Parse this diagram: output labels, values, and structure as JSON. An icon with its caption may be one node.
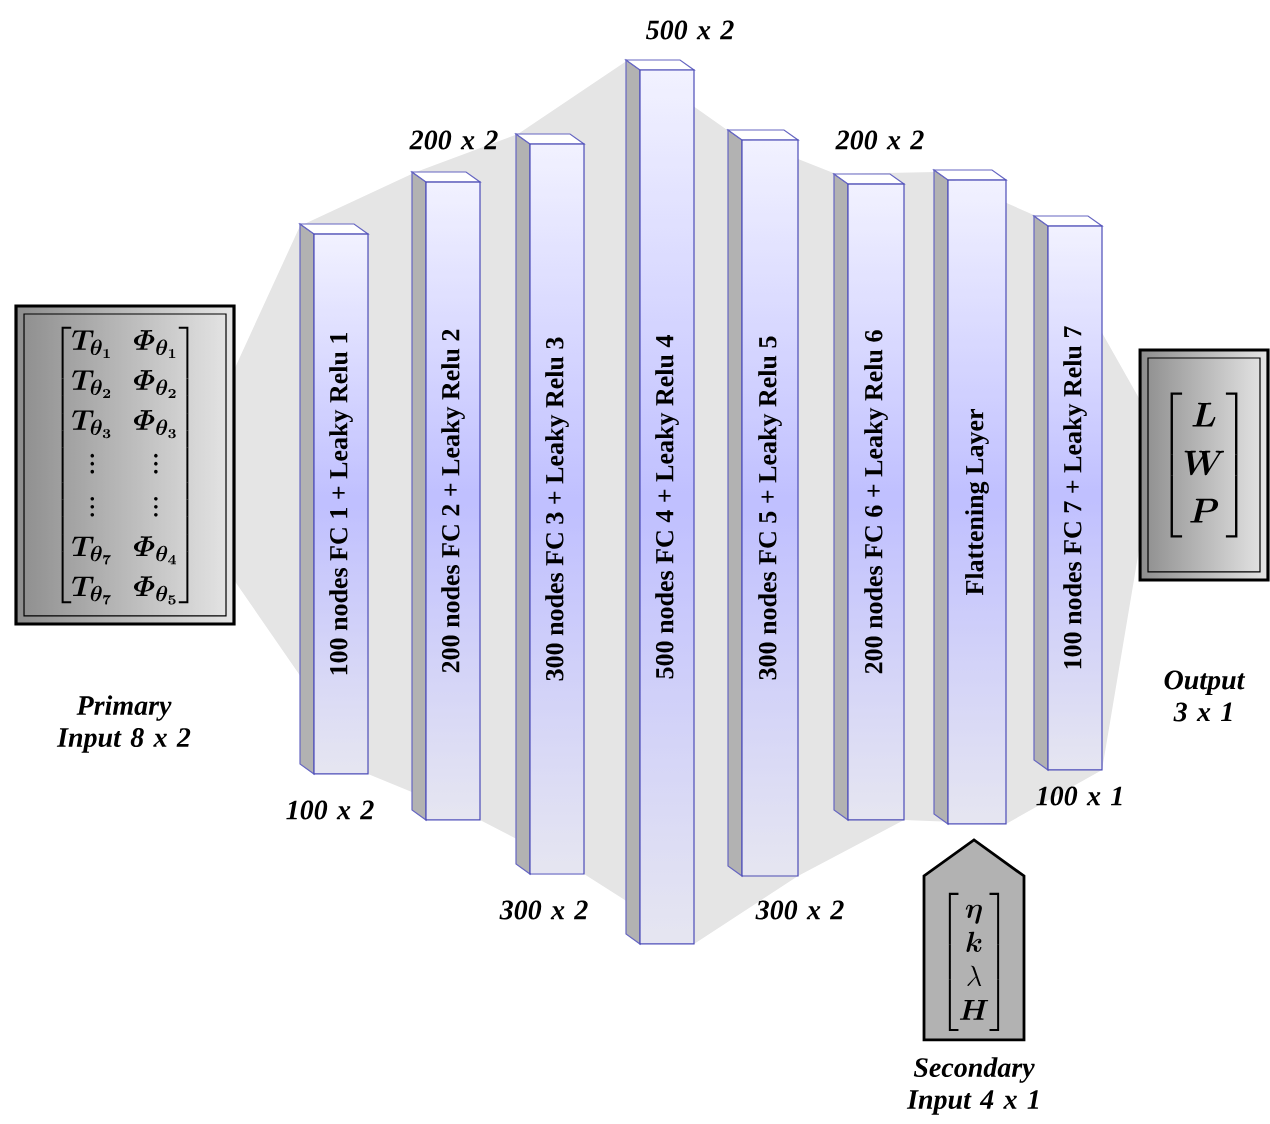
{
  "diagram": {
    "nodes": [
      {
        "text": [
          "\\begin{bmatrix} \\boldsymbol{T_{\\theta_1}} & \\boldsymbol{\\varPhi_{\\theta_1}} \\\\ \\boldsymbol{T_{\\theta_2}} & \\boldsymbol{\\varPhi_{\\theta_2}} \\\\ \\boldsymbol{T_{\\theta_3}} & \\boldsymbol{\\varPhi_{\\theta_3}} \\\\ \\vdots & \\vdots \\\\ \\vdots & \\vdots \\\\ \\boldsymbol{T_{\\theta_7}} & \\boldsymbol{\\varPhi_{\\theta_4}} \\\\ \\boldsymbol{T_{\\theta_7}} & \\boldsymbol{\\varPhi_{\\theta_5}} \\end{bmatrix}"
        ],
        "beside": [
          "Primary Input 8 x 2"
        ]
      },
      {
        "text": [
          "100 nodes FC 1 + Leaky Relu 1"
        ],
        "beside": [
          "100 x 2"
        ]
      },
      {
        "text": [
          "200 nodes FC 2 + Leaky Relu 2"
        ],
        "beside": [
          "200 x 2"
        ]
      },
      {
        "text": [
          "300 nodes FC 3 + Leaky Relu 3"
        ],
        "beside": [
          "300 x 2"
        ]
      },
      {
        "text": [
          "500 nodes FC 4 + Leaky Relu 4"
        ],
        "beside": [
          "500 x 2"
        ]
      },
      {
        "text": [
          "300 nodes FC 5 + Leaky Relu 5"
        ],
        "beside": [
          "300 x 2"
        ]
      },
      {
        "text": [
          "200 nodes FC 6 + Leaky Relu 6"
        ],
        "beside": [
          "200 x 2"
        ]
      },
      {
        "text": [
          "Flattening Layer"
        ]
      },
      {
        "text": [
          "100 nodes FC 7 + Leaky Relu 7"
        ],
        "beside": [
          "100 x 1"
        ]
      },
      {
        "text": [
          "\\begin{bmatrix} \\boldsymbol{L} \\\\ \\boldsymbol{W} \\\\ \\boldsymbol{P} \\end{bmatrix}"
        ],
        "beside": [
          "Output 3 x 1"
        ]
      },
      {
        "text": [
          "\\begin{bmatrix} \\boldsymbol{\\eta} \\\\ \\boldsymbol{k} \\\\ \\lambda \\\\ \\boldsymbol{H} \\end{bmatrix}"
        ],
        "beside": [
          "Secondary Input 4 x 1"
        ]
      }
    ]
  }
}
